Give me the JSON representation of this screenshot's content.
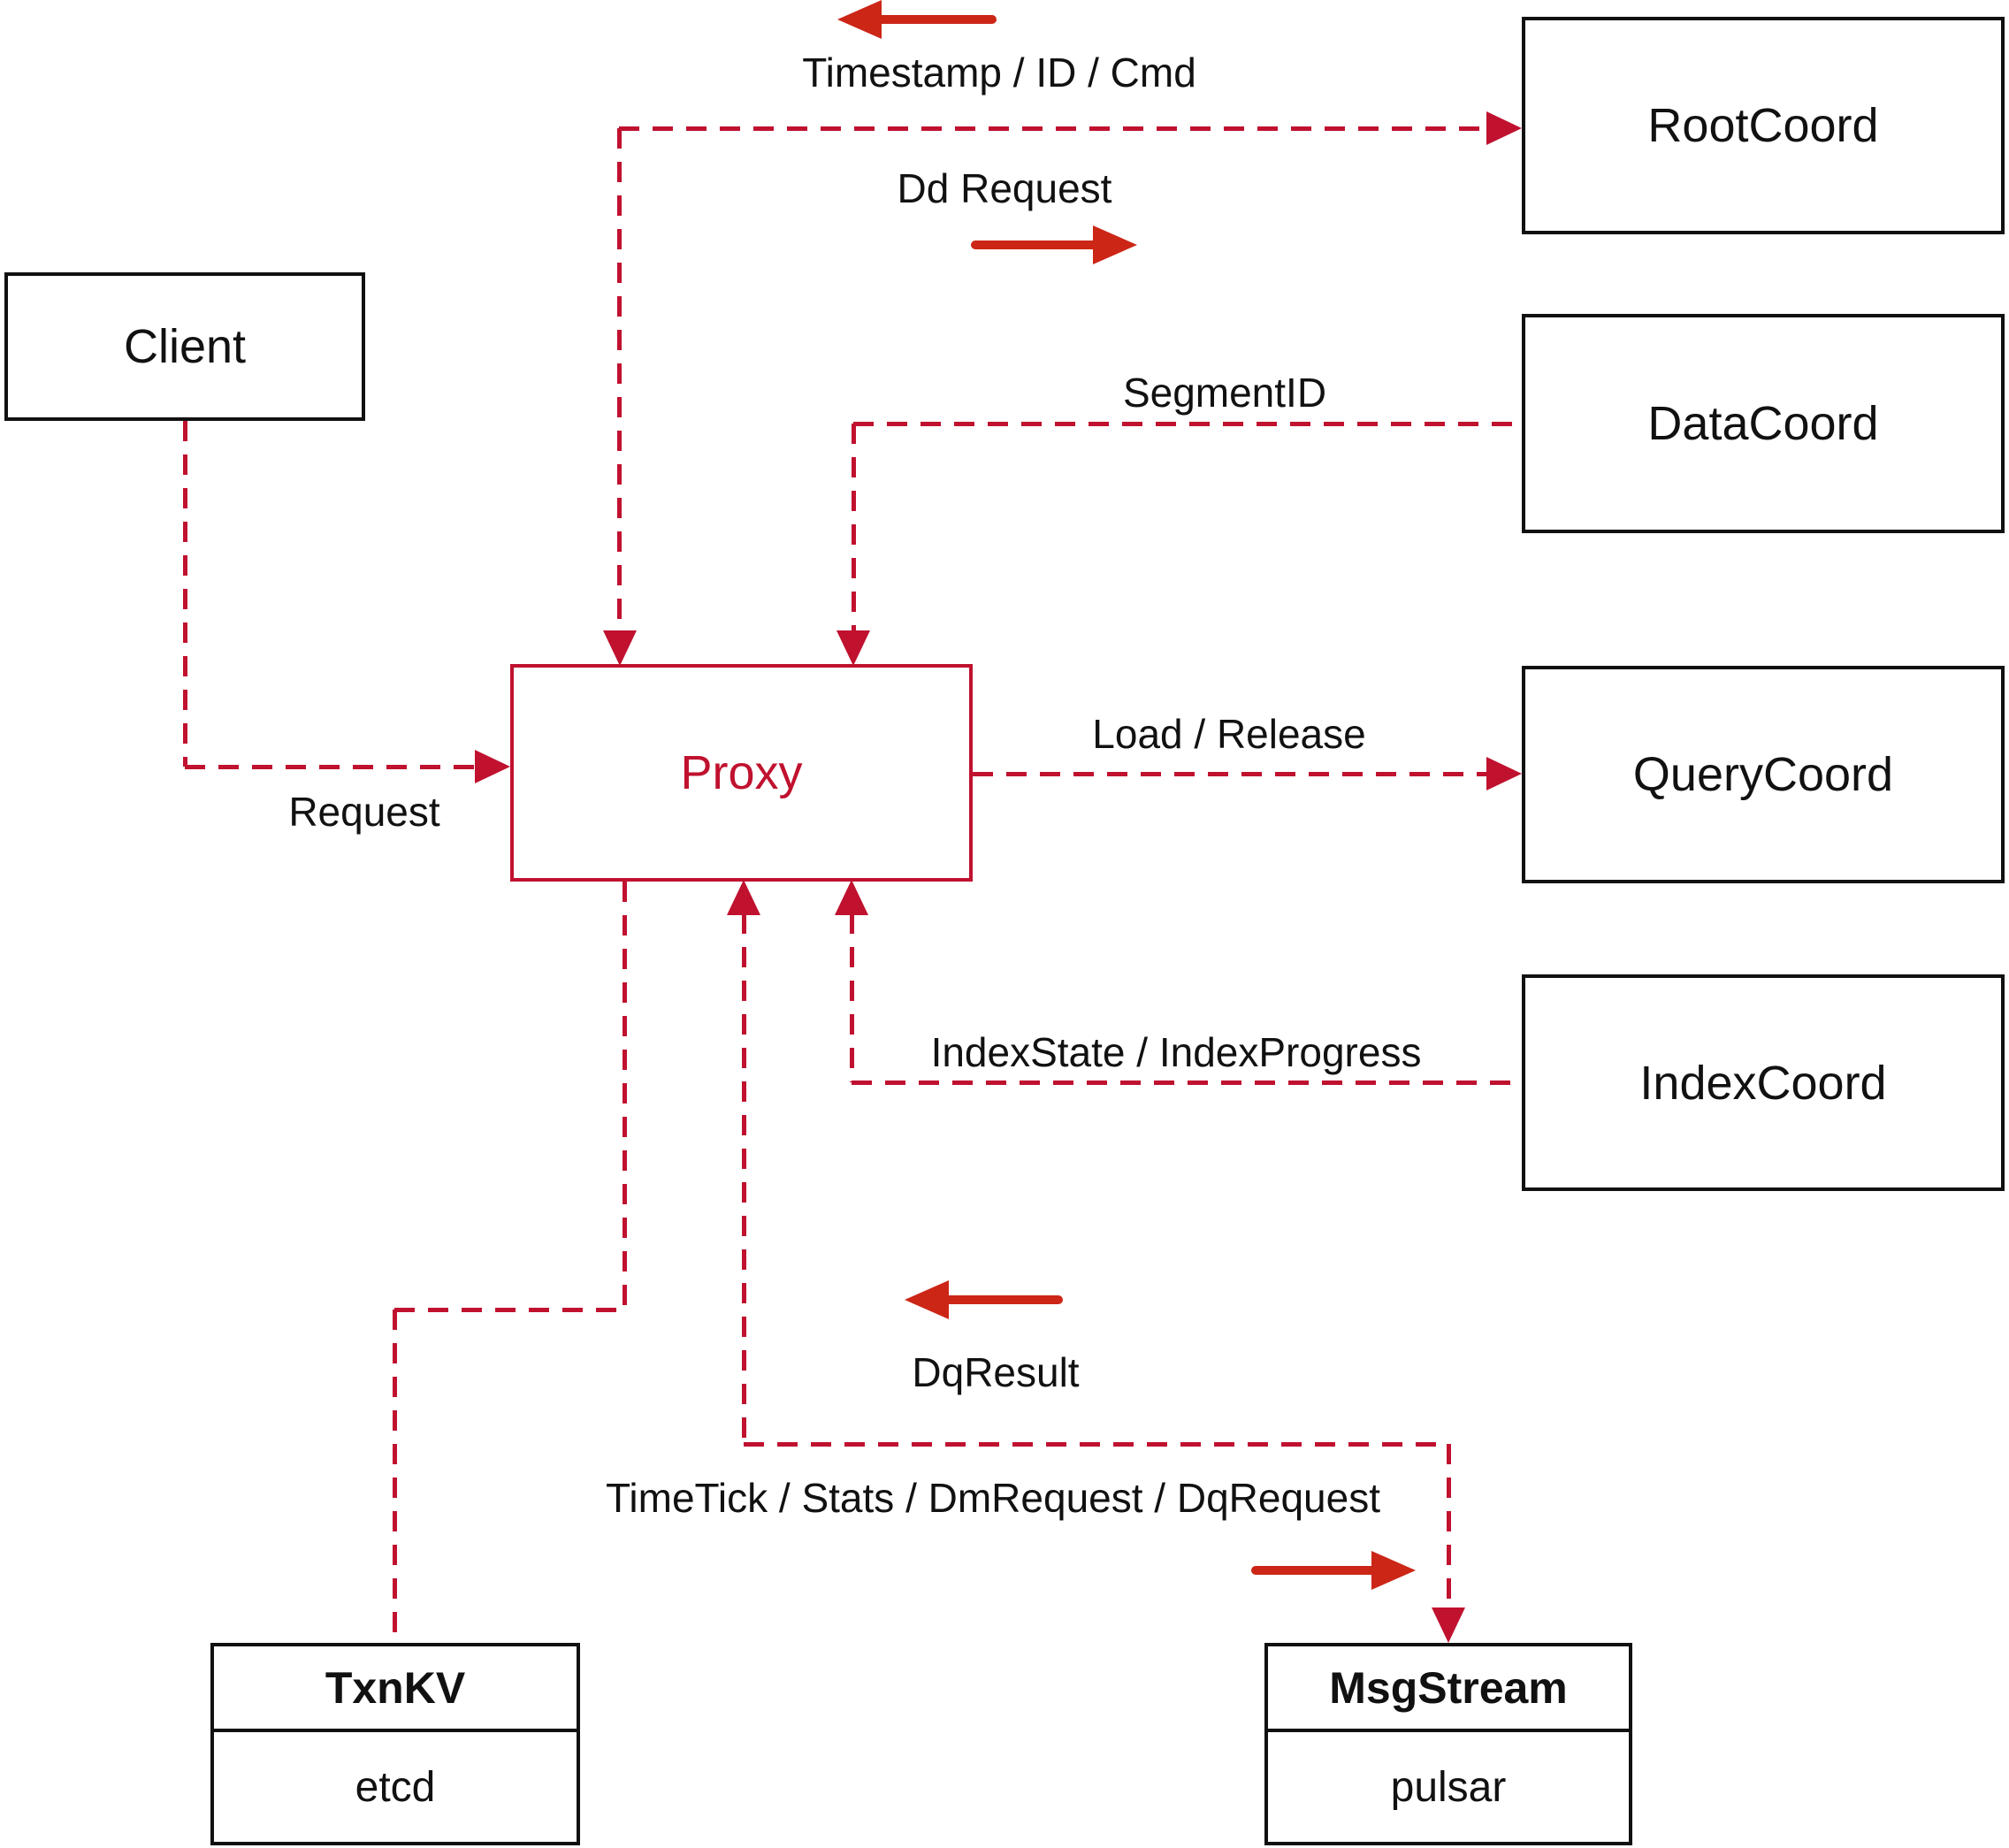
{
  "diagram": {
    "title": "Proxy interaction diagram",
    "colors": {
      "line_red": "#c0112f",
      "arrow_red": "#cc2617",
      "box_border": "#111111",
      "text": "#111111",
      "background": "#ffffff"
    },
    "nodes": {
      "client": {
        "label": "Client"
      },
      "proxy": {
        "label": "Proxy"
      },
      "rootcoord": {
        "label": "RootCoord"
      },
      "datacoord": {
        "label": "DataCoord"
      },
      "querycoord": {
        "label": "QueryCoord"
      },
      "indexcoord": {
        "label": "IndexCoord"
      },
      "txnkv": {
        "title": "TxnKV",
        "subtitle": "etcd"
      },
      "msgstream": {
        "title": "MsgStream",
        "subtitle": "pulsar"
      }
    },
    "edge_labels": {
      "timestamp_id_cmd": "Timestamp / ID / Cmd",
      "dd_request": "Dd Request",
      "segment_id": "SegmentID",
      "request": "Request",
      "load_release": "Load / Release",
      "index_state": "IndexState / IndexProgress",
      "dq_result": "DqResult",
      "timetick": "TimeTick / Stats / DmRequest / DqRequest"
    }
  }
}
